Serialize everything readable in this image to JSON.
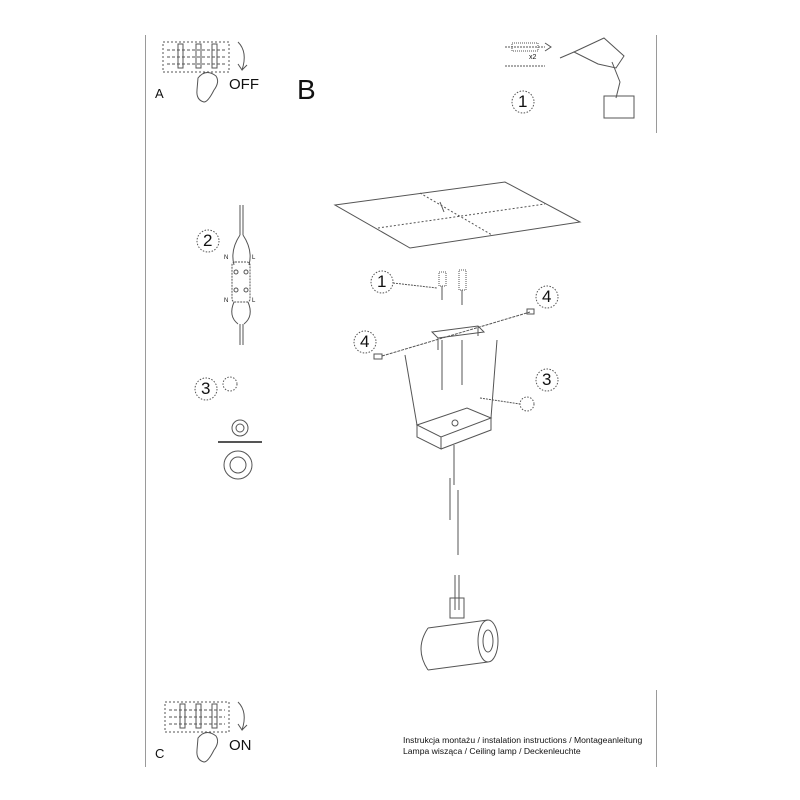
{
  "steps": {
    "a": {
      "letter": "A",
      "switch_state": "OFF"
    },
    "b": {
      "letter": "B"
    },
    "c": {
      "letter": "C",
      "switch_state": "ON"
    }
  },
  "tools": {
    "callout": "1",
    "screw_quantity": "x2"
  },
  "detail_callouts": [
    "2",
    "3"
  ],
  "wiring_labels": [
    "N",
    "L",
    "N",
    "L"
  ],
  "main_callouts": [
    "1",
    "4",
    "4",
    "3"
  ],
  "footer": {
    "line1": "Instrukcja montażu / instalation instructions / Montageanleitung",
    "line2": "Lampa wisząca / Ceiling lamp / Deckenleuchte"
  },
  "colors": {
    "line": "#555555",
    "frame": "#9a9a9a",
    "text": "#111111"
  }
}
